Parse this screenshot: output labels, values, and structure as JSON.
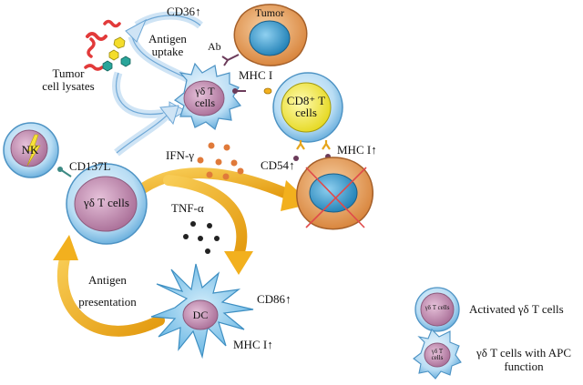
{
  "labels": {
    "cd36": "CD36",
    "antigen_uptake_line1": "Antigen",
    "antigen_uptake_line2": "uptake",
    "tumor_cell_lysates_line1": "Tumor",
    "tumor_cell_lysates_line2": "cell lysates",
    "ab": "Ab",
    "mhc1_top": "MHC I",
    "cd137l": "CD137L",
    "ifn_gamma": "IFN-γ",
    "cd54": "CD54",
    "mhc1_right": "MHC I",
    "tnf_alpha": "TNF-α",
    "antigen_presentation_line1": "Antigen",
    "antigen_presentation_line2": "presentation",
    "cd86": "CD86",
    "mhc1_dc": "MHC I",
    "up_arrow": "↑"
  },
  "cells": {
    "tumor_top": "Tumor",
    "gd_apc_line1": "γδ T",
    "gd_apc_line2": "cells",
    "cd8_line1": "CD8⁺ T",
    "cd8_line2": "cells",
    "nk": "NK",
    "gd_main": "γδ T cells",
    "dc": "DC"
  },
  "legend": {
    "row1_icon_text": "γδ T cells",
    "row1_label": "Activated γδ T cells",
    "row2_icon_line1": "γδ T",
    "row2_icon_line2": "cells",
    "row2_label_line1": "γδ T cells with APC",
    "row2_label_line2": "function"
  },
  "colors": {
    "arrow_gold": "#f2b01e",
    "arrow_blue": "#cfe4f5",
    "cell_blue": "#8ec8ee",
    "nucleus_purple": "#c98fb5",
    "tumor_orange": "#e8a05a",
    "tumor_nucleus": "#3a9ecf",
    "cd8_nucleus": "#f2ea3a",
    "dc_blue": "#7fc6ea",
    "cytokine_orange": "#e07a3a",
    "cytokine_dark": "#222222",
    "cross_red": "#d44"
  }
}
